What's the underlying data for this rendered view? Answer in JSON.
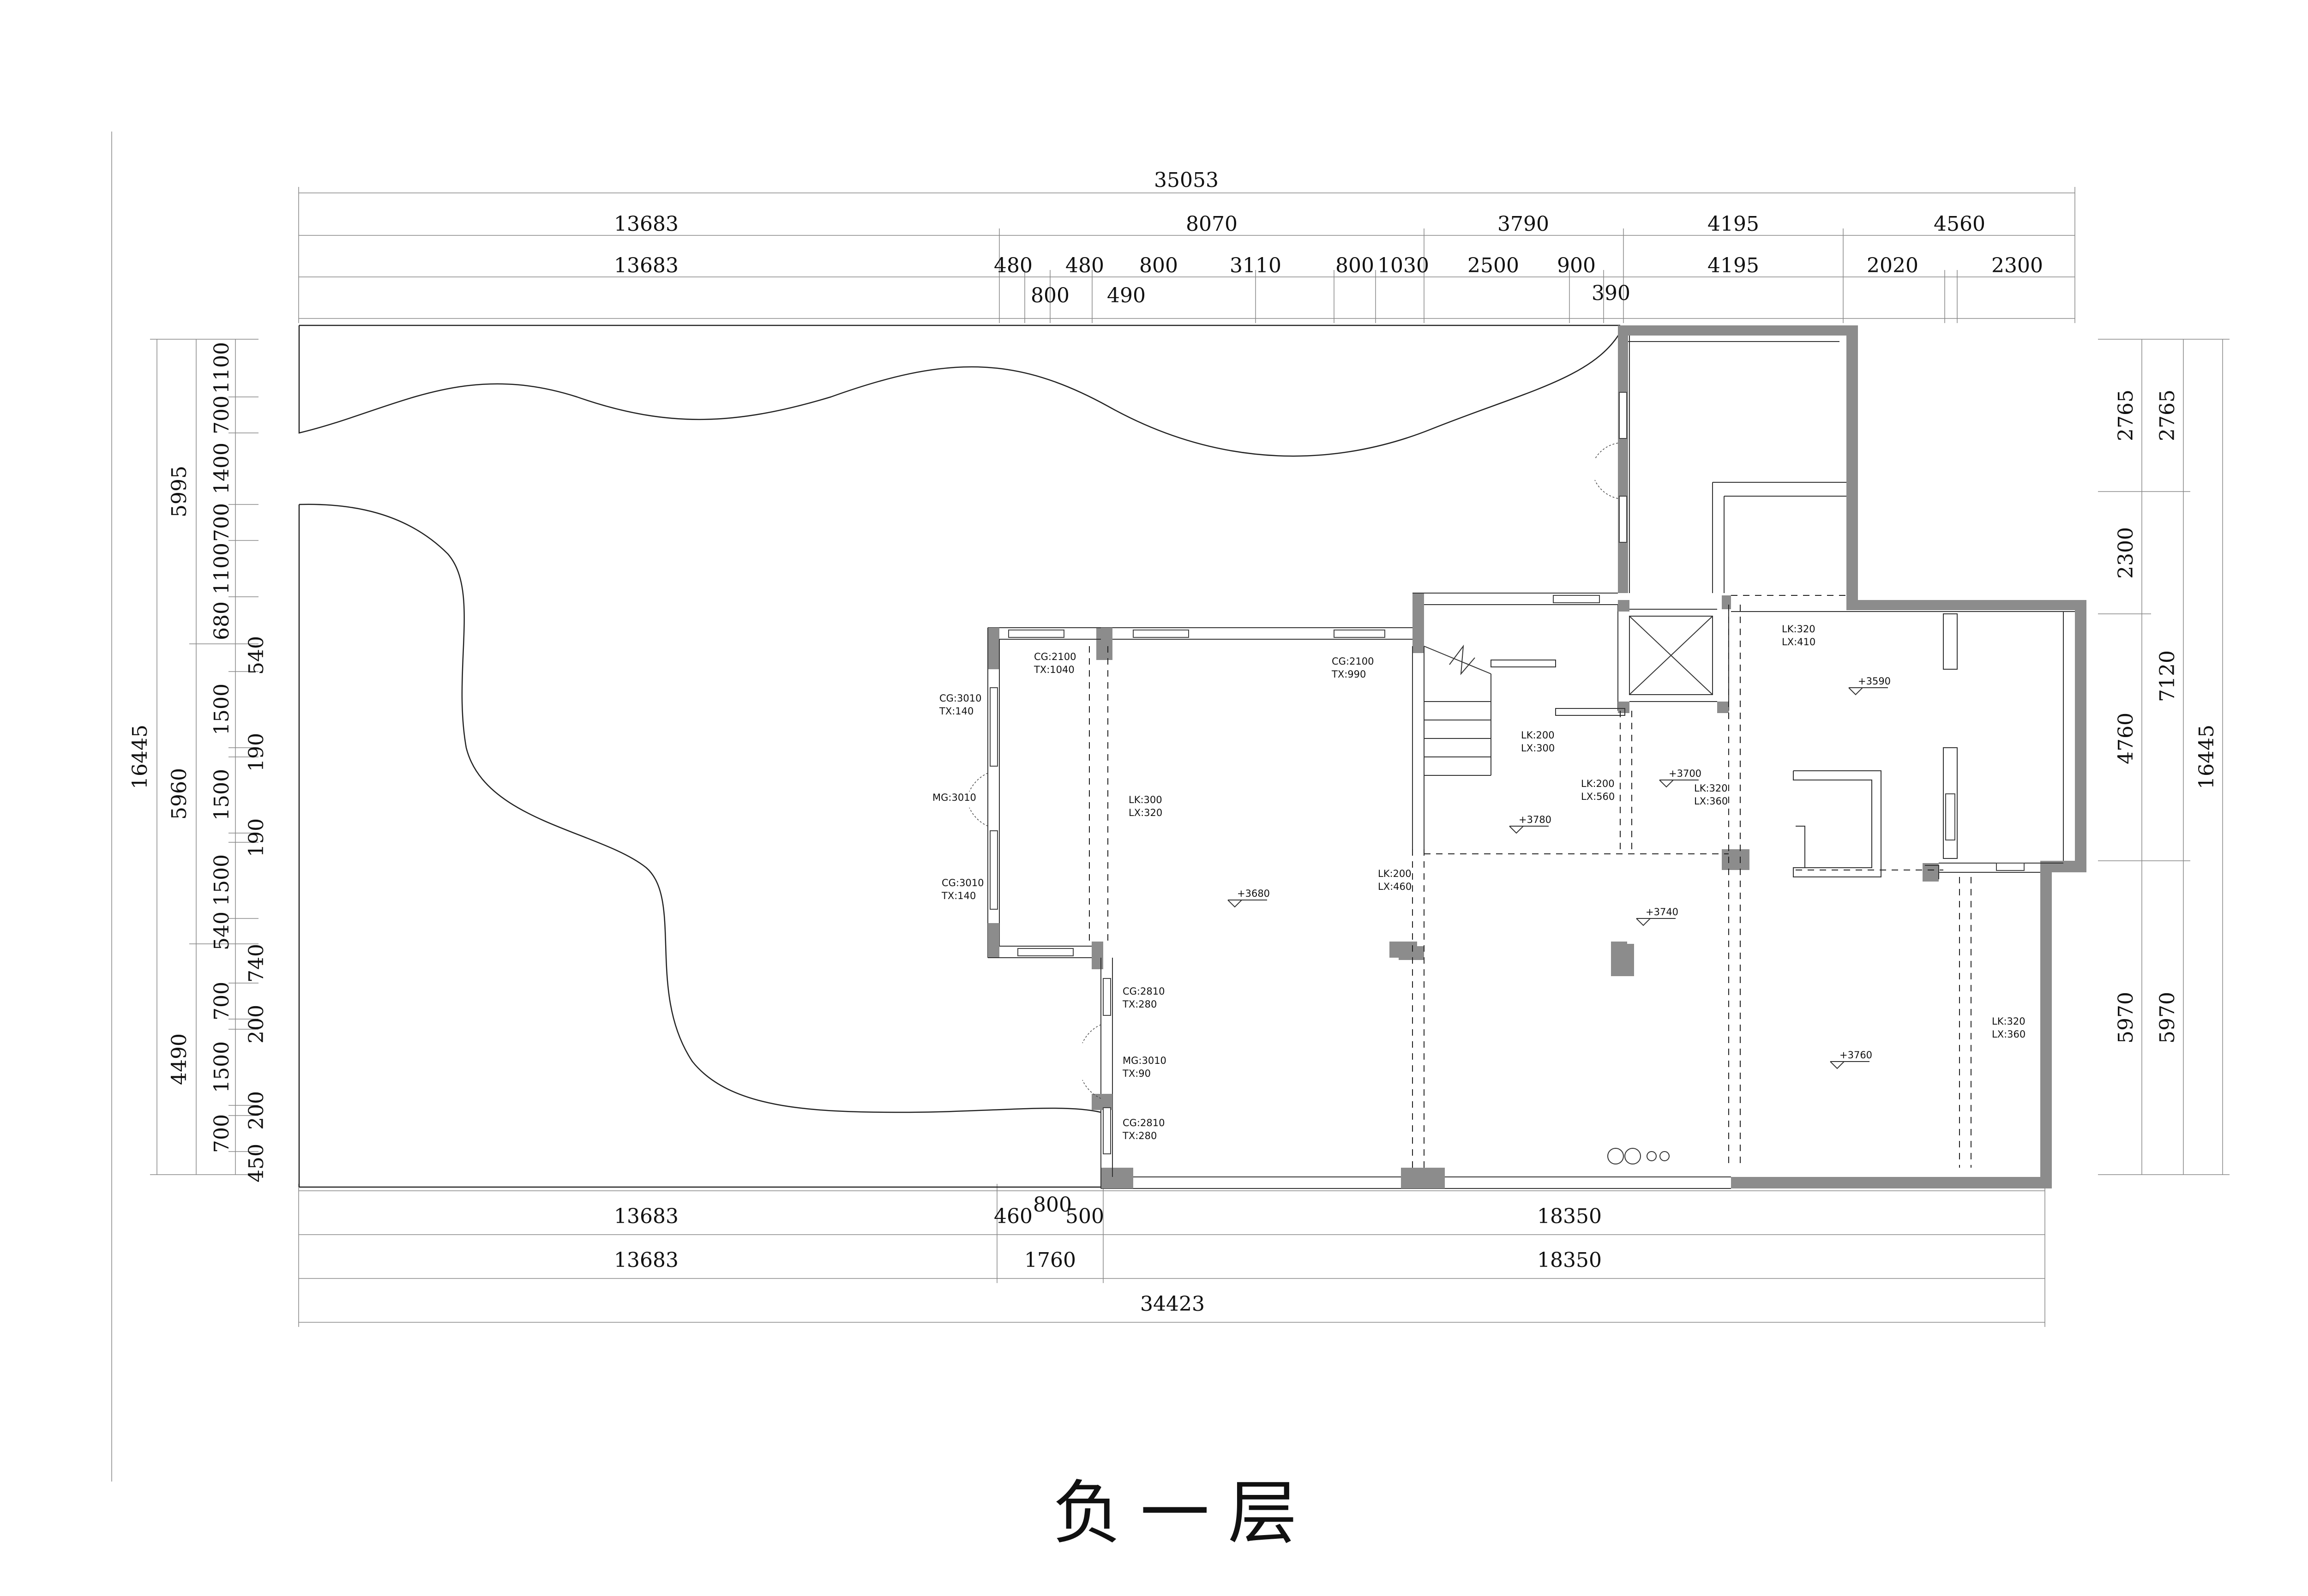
{
  "drawing": {
    "title": "负一层",
    "dimensions": {
      "top_total": "35053",
      "top_row1": [
        "13683",
        "8070",
        "3790",
        "4195",
        "4560"
      ],
      "top_row2": [
        "13683",
        "480",
        "480",
        "800",
        "3110",
        "800",
        "1030",
        "2500",
        "900",
        "4195",
        "2020",
        "2300"
      ],
      "top_row3": [
        "800",
        "490",
        "390"
      ],
      "bottom_row1": [
        "13683",
        "460",
        "800",
        "500",
        "18350"
      ],
      "bottom_row2": [
        "13683",
        "1760",
        "18350"
      ],
      "bottom_total": "34423",
      "left_total": "16445",
      "left_groups": [
        "5995",
        "5960",
        "4490"
      ],
      "left_segments": [
        "1100",
        "700",
        "1400",
        "700",
        "1100",
        "680",
        "540",
        "1500",
        "190",
        "1500",
        "190",
        "1500",
        "540",
        "740",
        "700",
        "200",
        "1500",
        "200",
        "700",
        "450"
      ],
      "right_outer": [
        "2765",
        "7120",
        "5970"
      ],
      "right_inner": [
        "2765",
        "2300",
        "4760",
        "5970"
      ],
      "right_total": "16445"
    },
    "annotations": [
      {
        "id": "cg2100a",
        "line1": "CG:2100",
        "line2": "TX:1040"
      },
      {
        "id": "cg2100b",
        "line1": "CG:2100",
        "line2": "TX:990"
      },
      {
        "id": "cg3010a",
        "line1": "CG:3010",
        "line2": "TX:140"
      },
      {
        "id": "mg3010a",
        "line1": "MG:3010",
        "line2": ""
      },
      {
        "id": "cg3010b",
        "line1": "CG:3010",
        "line2": "TX:140"
      },
      {
        "id": "lk300",
        "line1": "LK:300",
        "line2": "LX:320"
      },
      {
        "id": "cg2810a",
        "line1": "CG:2810",
        "line2": "TX:280"
      },
      {
        "id": "mg3010b",
        "line1": "MG:3010",
        "line2": "TX:90"
      },
      {
        "id": "cg2810b",
        "line1": "CG:2810",
        "line2": "TX:280"
      },
      {
        "id": "lk200a",
        "line1": "LK:200",
        "line2": "LX:300"
      },
      {
        "id": "lk200b",
        "line1": "LK:200",
        "line2": "LX:560"
      },
      {
        "id": "lk200c",
        "line1": "LK:200",
        "line2": "LX:460"
      },
      {
        "id": "lk320a",
        "line1": "LK:320",
        "line2": "LX:410"
      },
      {
        "id": "lk320b",
        "line1": "LK:320",
        "line2": "LX:360"
      },
      {
        "id": "lk320c",
        "line1": "LK:320",
        "line2": "LX:360"
      }
    ],
    "levels": [
      "+3680",
      "+3780",
      "+3700",
      "+3590",
      "+3740",
      "+3760"
    ]
  }
}
